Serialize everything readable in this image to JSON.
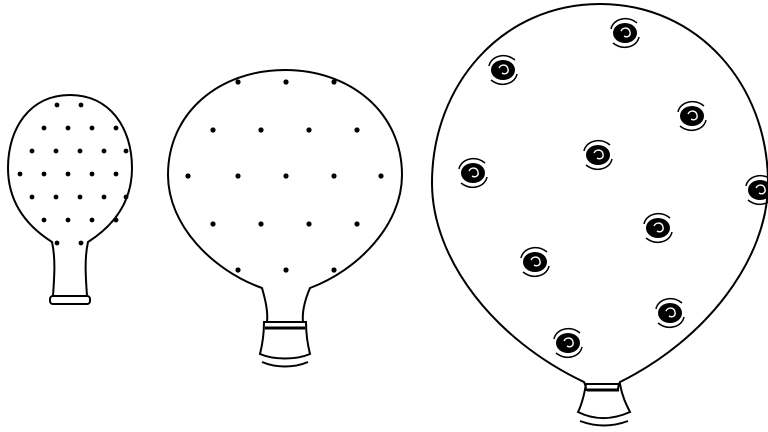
{
  "figure": {
    "background": "#ffffff",
    "line_color": "#000000",
    "stages": [
      {
        "id": "small",
        "label": "",
        "dot_style": "fine-dots",
        "dot_count": 27
      },
      {
        "id": "medium",
        "label": "",
        "dot_style": "spaced-dots",
        "dot_count": 19
      },
      {
        "id": "large",
        "label": "",
        "dot_style": "spiral-blots",
        "dot_count": 10
      }
    ]
  }
}
